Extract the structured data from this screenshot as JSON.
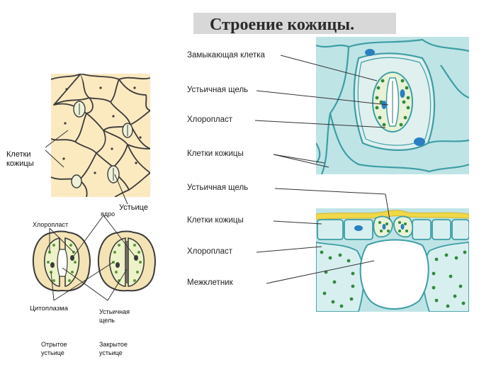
{
  "title": "Строение кожицы.",
  "left_top": {
    "epidermis_cells": "Клетки\nкожицы",
    "stoma": "Устьице"
  },
  "left_bottom": {
    "chloroplast": "Хлоропласт",
    "nucleus": "ядро",
    "cytoplasm": "Цитоплазма",
    "stomatal_slit": "Устьичная\nщель",
    "open_stoma": "Отрытое\nустьице",
    "closed_stoma": "Закрытое\nустьице"
  },
  "right_top": {
    "guard_cell": "Замыкающая клетка",
    "stomatal_slit": "Устьичная щель",
    "chloroplast": "Хлоропласт",
    "epidermis_cells": "Клетки кожицы"
  },
  "right_bottom": {
    "stomatal_slit": "Устьичная щель",
    "epidermis_cells": "Клетки кожицы",
    "chloroplast": "Хлоропласт",
    "intercellular": "Межклетник"
  },
  "colors": {
    "cell_fill": "#fbe9c0",
    "cell_outline": "#3b3b3b",
    "guard_fill": "#e8f0c8",
    "teal_bg": "#bfe4e6",
    "teal_line": "#3d9ea5",
    "green_dot": "#2f8a3c",
    "nucleus_blue": "#2a7fc1",
    "yellow_band": "#f0d84a"
  }
}
